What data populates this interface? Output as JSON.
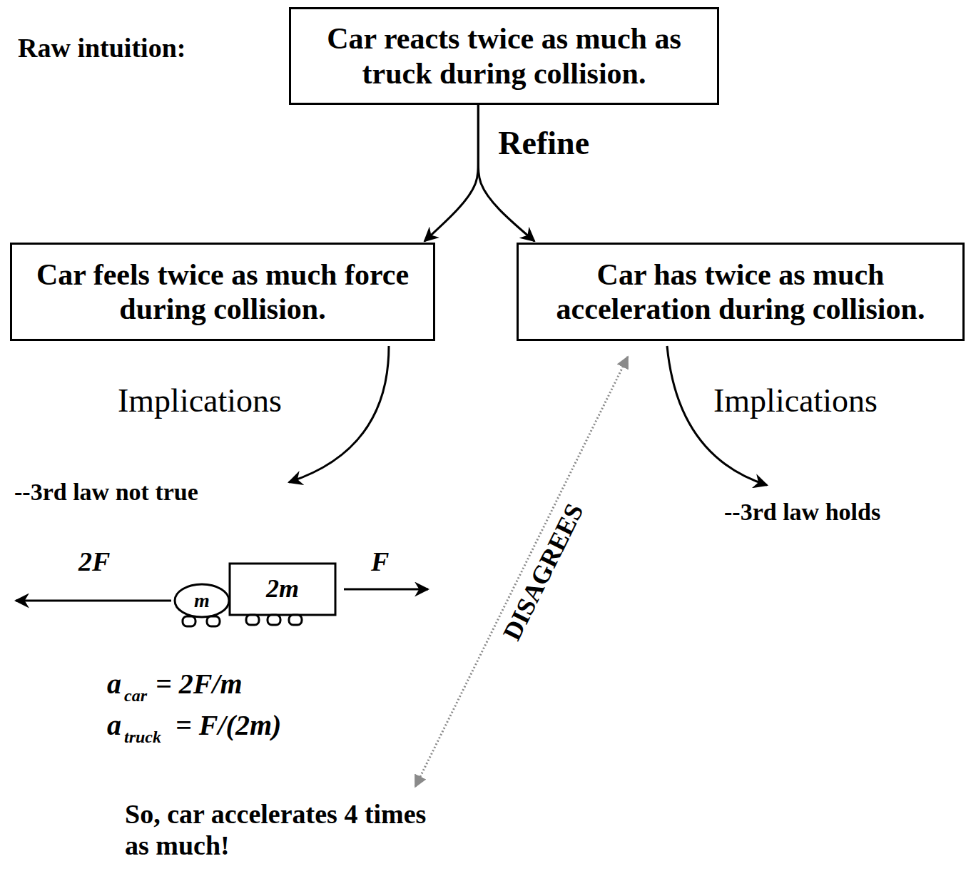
{
  "diagram": {
    "nodes": [
      {
        "text": [
          "Car reacts twice as much as truck during collision."
        ]
      },
      {
        "text": [
          "Car feels twice as much force during collision."
        ]
      },
      {
        "text": [
          "Car has twice as much acceleration during collision."
        ]
      }
    ],
    "edges": [
      {
        "from": 0,
        "to": 1,
        "arrow": "to",
        "label": "Refine"
      },
      {
        "from": 0,
        "to": 2,
        "arrow": "to"
      }
    ],
    "labels": [
      "Raw intuition:",
      "Implications",
      "Implications",
      "--3rd law not true",
      "--3rd law holds",
      "2F",
      "F",
      "m",
      "2m",
      "a",
      "car",
      "= 2F/m",
      "a",
      "truck",
      "= F/(2m)",
      "DISAGREES",
      "So, car accelerates 4 times as much!"
    ]
  }
}
